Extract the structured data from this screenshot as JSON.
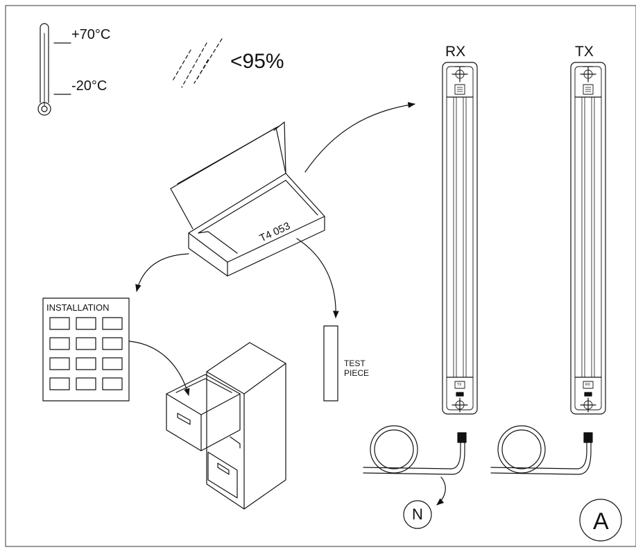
{
  "temperature": {
    "max": "+70°C",
    "min": "-20°C"
  },
  "humidity": {
    "value": "<95%"
  },
  "box": {
    "model": "T4 053"
  },
  "manual": {
    "title": "INSTALLATION"
  },
  "test_piece": {
    "line1": "TEST",
    "line2": "PIECE"
  },
  "receiver": {
    "label": "RX",
    "tag": "TX"
  },
  "transmitter": {
    "label": "TX",
    "tag": "RX"
  },
  "callouts": {
    "n": "N",
    "figure": "A"
  },
  "colors": {
    "stroke": "#111111",
    "background": "#ffffff"
  }
}
